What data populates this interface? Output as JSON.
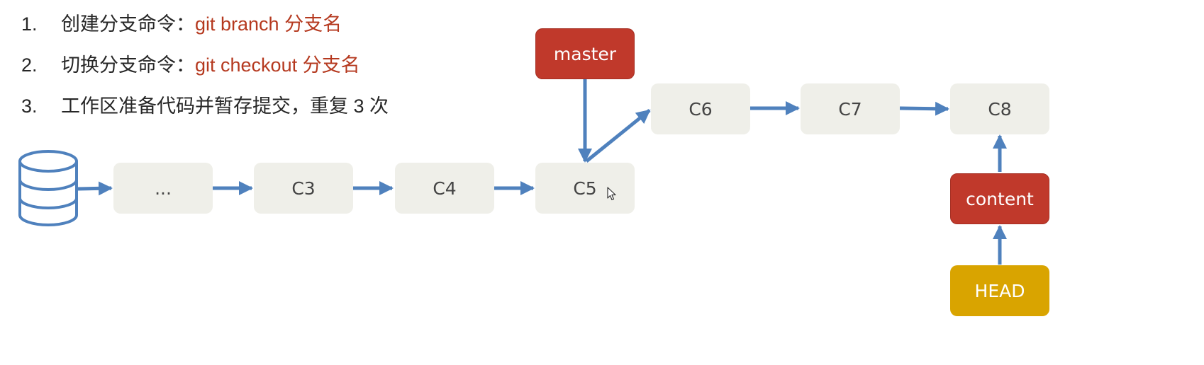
{
  "steps": [
    {
      "num": "1.",
      "text": "创建分支命令：",
      "cmd": "git branch 分支名"
    },
    {
      "num": "2.",
      "text": "切换分支命令：",
      "cmd": "git checkout 分支名"
    },
    {
      "num": "3.",
      "text": "工作区准备代码并暂存提交，重复 3 次",
      "cmd": ""
    }
  ],
  "commits": {
    "ellipsis": "...",
    "c3": "C3",
    "c4": "C4",
    "c5": "C5",
    "c6": "C6",
    "c7": "C7",
    "c8": "C8"
  },
  "refs": {
    "master": "master",
    "content": "content",
    "head": "HEAD"
  },
  "colors": {
    "arrow": "#4f81bd",
    "commit_fill": "#efefe9",
    "branch_fill": "#c0392b",
    "head_fill": "#d9a400",
    "command_text": "#b5391f"
  },
  "icons": {
    "repository": "database-icon",
    "pointer": "mouse-cursor-icon"
  }
}
